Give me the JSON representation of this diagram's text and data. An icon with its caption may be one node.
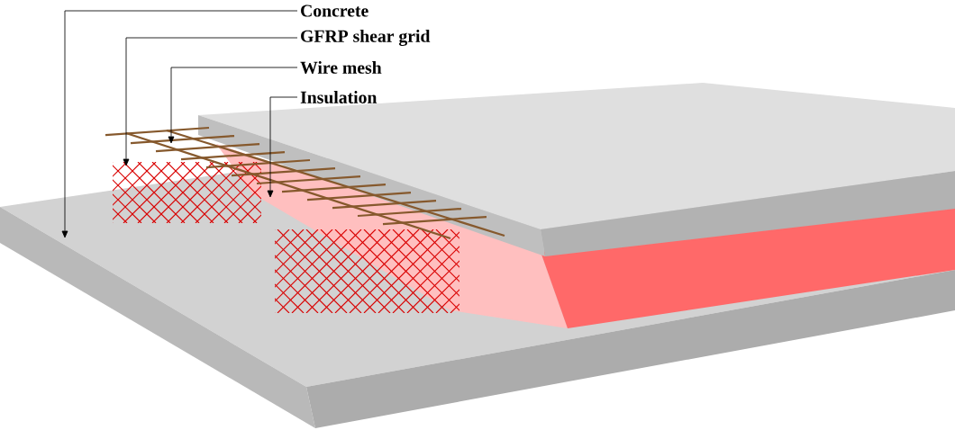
{
  "diagram": {
    "nodes": [
      {
        "text": [
          "Concrete"
        ]
      },
      {
        "text": [
          "GFRP shear grid"
        ]
      },
      {
        "text": [
          "Wire mesh"
        ]
      },
      {
        "text": [
          "Insulation"
        ]
      }
    ],
    "edges": [
      {
        "from": 0,
        "to": null,
        "arrow": "to"
      },
      {
        "from": 1,
        "to": null,
        "arrow": "to"
      },
      {
        "from": 2,
        "to": null,
        "arrow": "to"
      },
      {
        "from": 3,
        "to": null,
        "arrow": "to"
      }
    ]
  }
}
